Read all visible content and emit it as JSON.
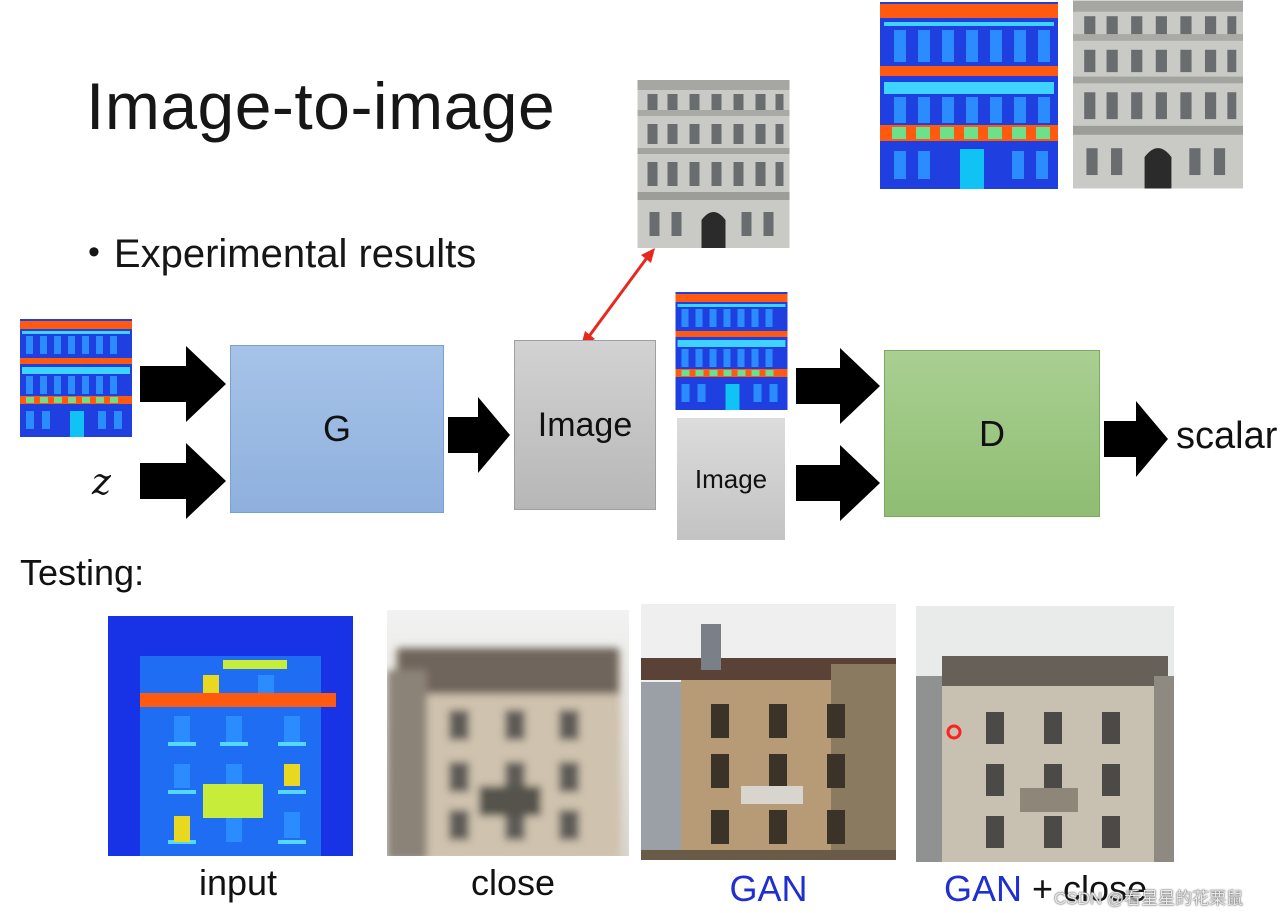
{
  "title": "Image-to-image",
  "bullet": "Experimental results",
  "diagram": {
    "generator_label": "G",
    "output_label": "Image",
    "real_label": "Image",
    "discriminator_label": "D",
    "noise_label": "z",
    "output_label_d": "scalar"
  },
  "testing": {
    "heading": "Testing:",
    "captions": {
      "input": "input",
      "close": "close",
      "gan": "GAN",
      "gan_close_a": "GAN",
      "gan_close_b": "+ close"
    }
  },
  "watermark": "CSDN @看星星的花栗鼠",
  "colors": {
    "arrow": "#000000",
    "red_arrow": "#e8281c",
    "generator_fill": "#9dbbe4",
    "discriminator_fill": "#9dc783",
    "gan_caption": "#1f2fd0"
  }
}
